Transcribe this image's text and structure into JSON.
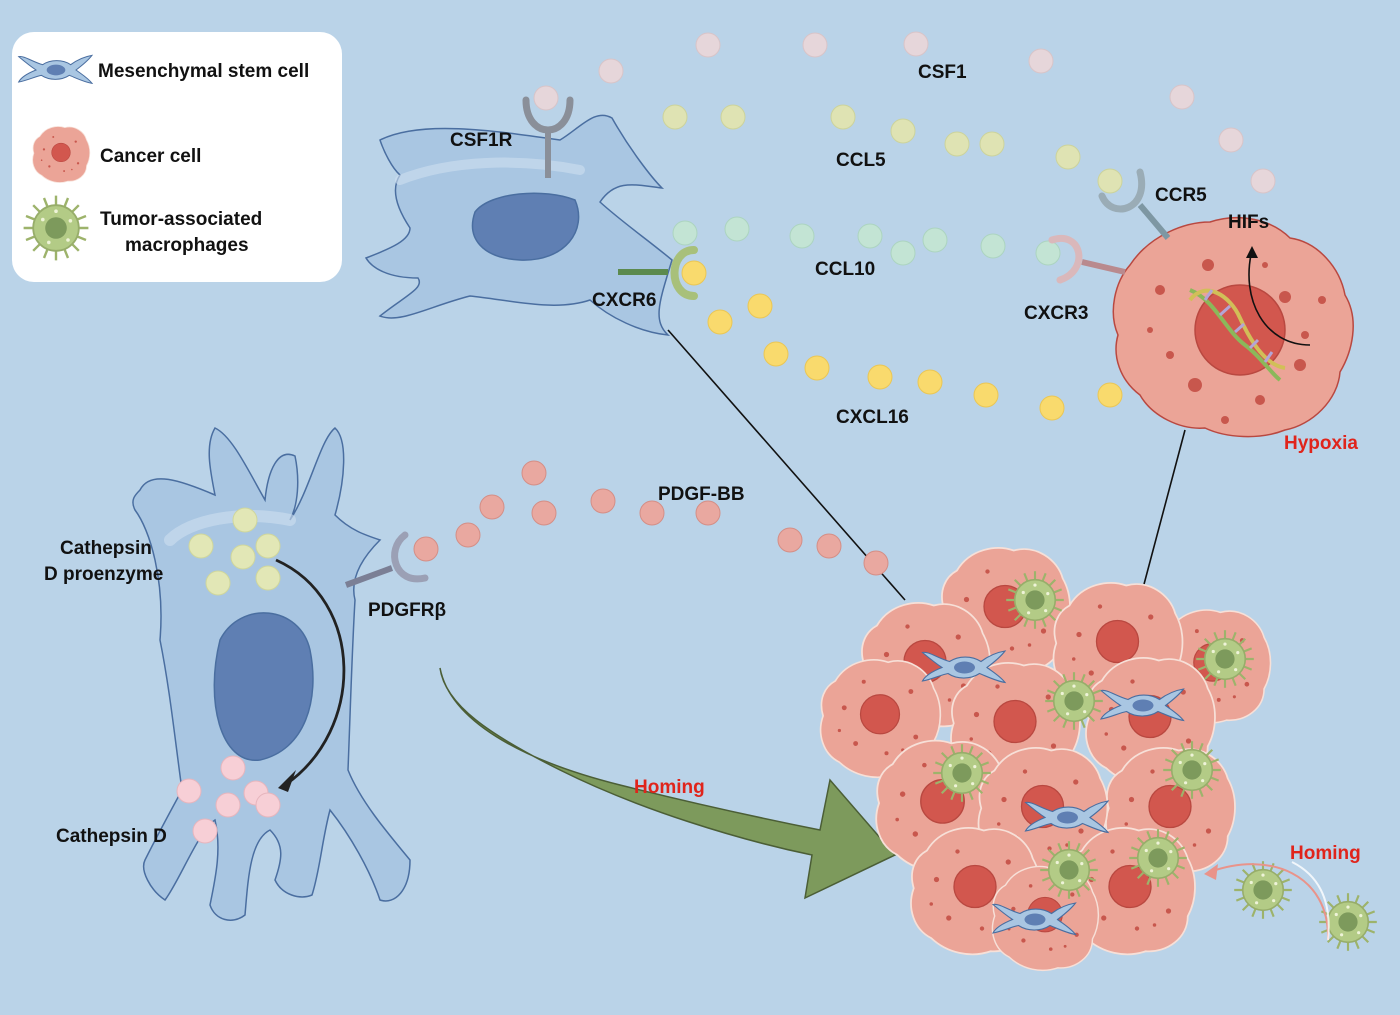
{
  "legend": {
    "msc": "Mesenchymal stem cell",
    "cancer": "Cancer cell",
    "tam_line1": "Tumor-associated",
    "tam_line2": "macrophages"
  },
  "labels": {
    "csf1": "CSF1",
    "csf1r": "CSF1R",
    "ccl5": "CCL5",
    "ccr5": "CCR5",
    "hifs": "HIFs",
    "ccl10": "CCL10",
    "cxcr3": "CXCR3",
    "cxcr6": "CXCR6",
    "cxcl16": "CXCL16",
    "hypoxia": "Hypoxia",
    "pdgf_bb": "PDGF-BB",
    "pdgfrb": "PDGFRβ",
    "cathepsin_pro_line1": "Cathepsin",
    "cathepsin_pro_line2": "D proenzyme",
    "cathepsin_d": "Cathepsin D",
    "homing_main": "Homing",
    "homing_tam": "Homing"
  },
  "colors": {
    "background": "#bad3e8",
    "msc_fill": "#a9c6e2",
    "msc_nucleus": "#5f7fb3",
    "cancer_fill": "#eba497",
    "cancer_nucleus": "#d2574e",
    "tam_fill": "#b3cb86",
    "csf1_dot": "#e6d6da",
    "ccl5_dot": "#dfe3b3",
    "ccl10_dot": "#c3e4d4",
    "cxcl16_dot": "#f9da6d",
    "pdgf_dot": "#e9a8a0",
    "cathepsin_pro_dot": "#e2e7b6",
    "cathepsin_d_dot": "#f7cfd6",
    "arrow_green": "#7d9a5c",
    "red_text": "#e0241b"
  }
}
